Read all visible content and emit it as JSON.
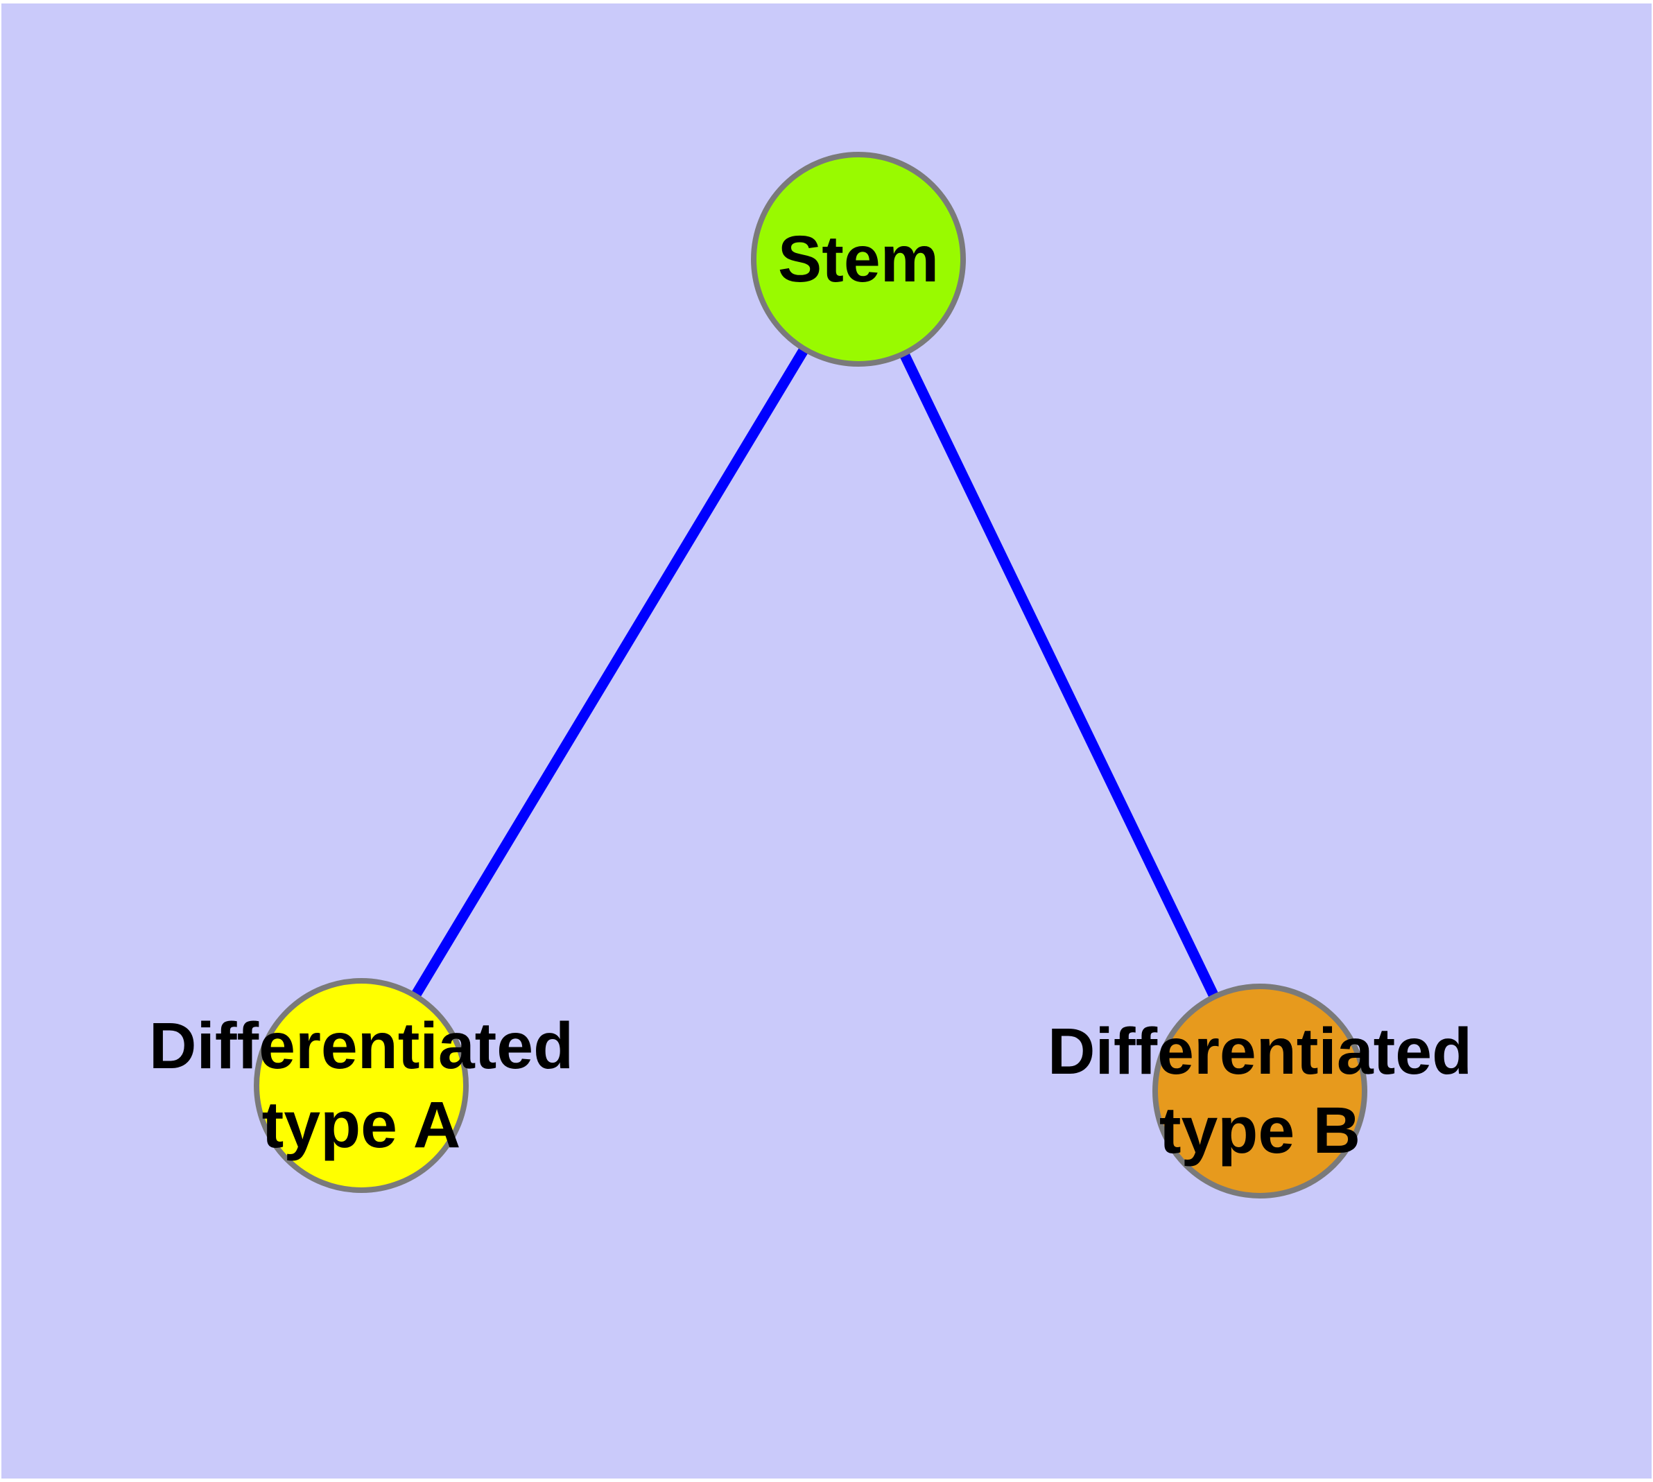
{
  "diagram": {
    "type": "graph",
    "background_color": "#CACAFA",
    "margin_color": "#FFFFFF",
    "edge_color": "#0000FF",
    "node_border_color": "#7A7A7A",
    "label_color": "#000000",
    "nodes": {
      "stem": {
        "label": "Stem",
        "fill": "#99FA00"
      },
      "type_a": {
        "label_line1": "Differentiated",
        "label_line2": "type A",
        "full_label": "Differentiated type A",
        "fill": "#FFFF00"
      },
      "type_b": {
        "label_line1": "Differentiated",
        "label_line2": "type B",
        "full_label": "Differentiated type B",
        "fill": "#E79A1D"
      }
    },
    "edges": [
      {
        "from": "Stem",
        "to": "Differentiated type A"
      },
      {
        "from": "Stem",
        "to": "Differentiated type B"
      }
    ]
  }
}
